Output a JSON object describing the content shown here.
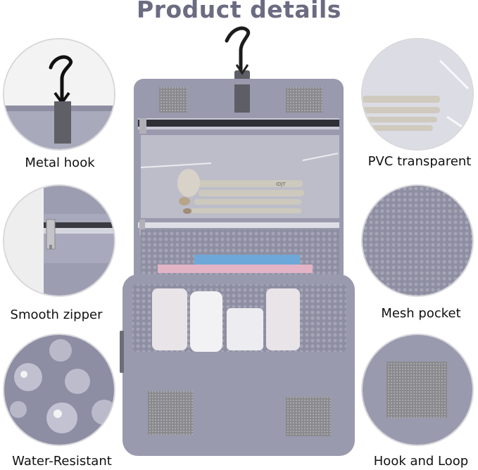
{
  "title": "Product details",
  "features": {
    "metal_hook": "Metal hook",
    "pvc_transparent": "PVC transparent",
    "smooth_zipper": "Smooth zipper",
    "mesh_pocket": "Mesh pocket",
    "water_resistant": "Water-Resistant",
    "hook_and_loop": "Hook and Loop"
  },
  "brush_brand": "IDJT",
  "colors": {
    "title": "#6b6b82",
    "bag": "#9a9aae",
    "bag_dark": "#7f7f94",
    "accent_gray": "#6f6f6f"
  }
}
